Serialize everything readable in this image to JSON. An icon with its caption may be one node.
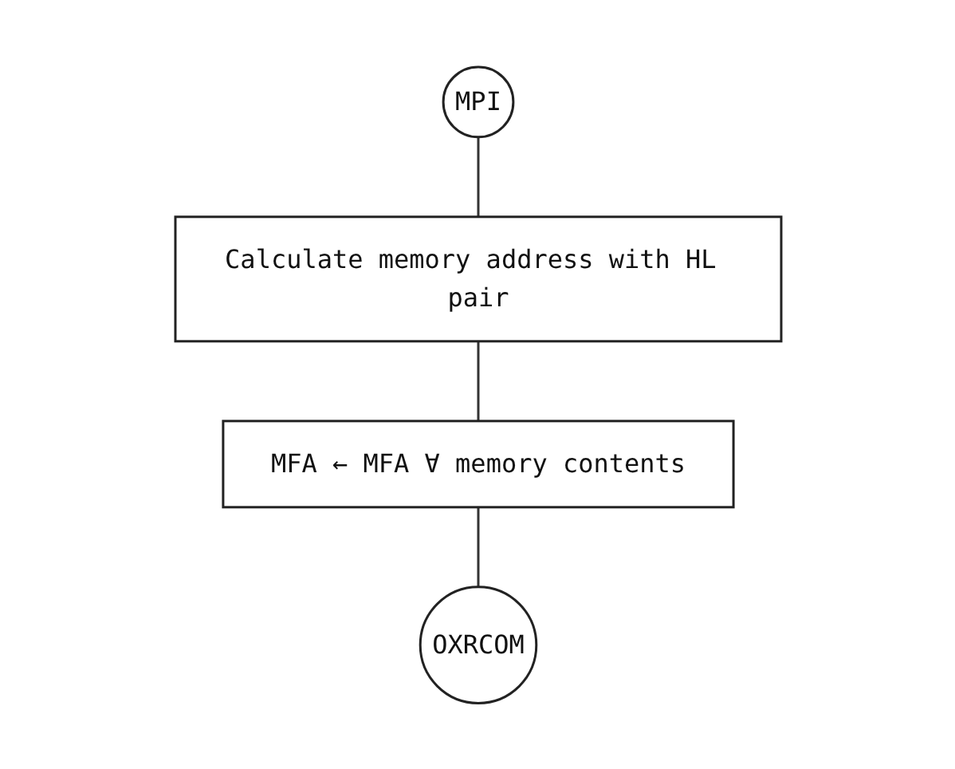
{
  "diagram": {
    "nodes": [
      {
        "text": [
          "MPI"
        ]
      },
      {
        "text": [
          "Calculate memory address with HL pair"
        ]
      },
      {
        "text": [
          "MFA ← MFA ∀ memory contents"
        ]
      },
      {
        "text": [
          "OXRCOM"
        ]
      }
    ],
    "edges": [
      {
        "from": 0,
        "to": 1,
        "arrow": "none"
      },
      {
        "from": 1,
        "to": 2,
        "arrow": "none"
      },
      {
        "from": 2,
        "to": 3,
        "arrow": "none"
      }
    ]
  }
}
